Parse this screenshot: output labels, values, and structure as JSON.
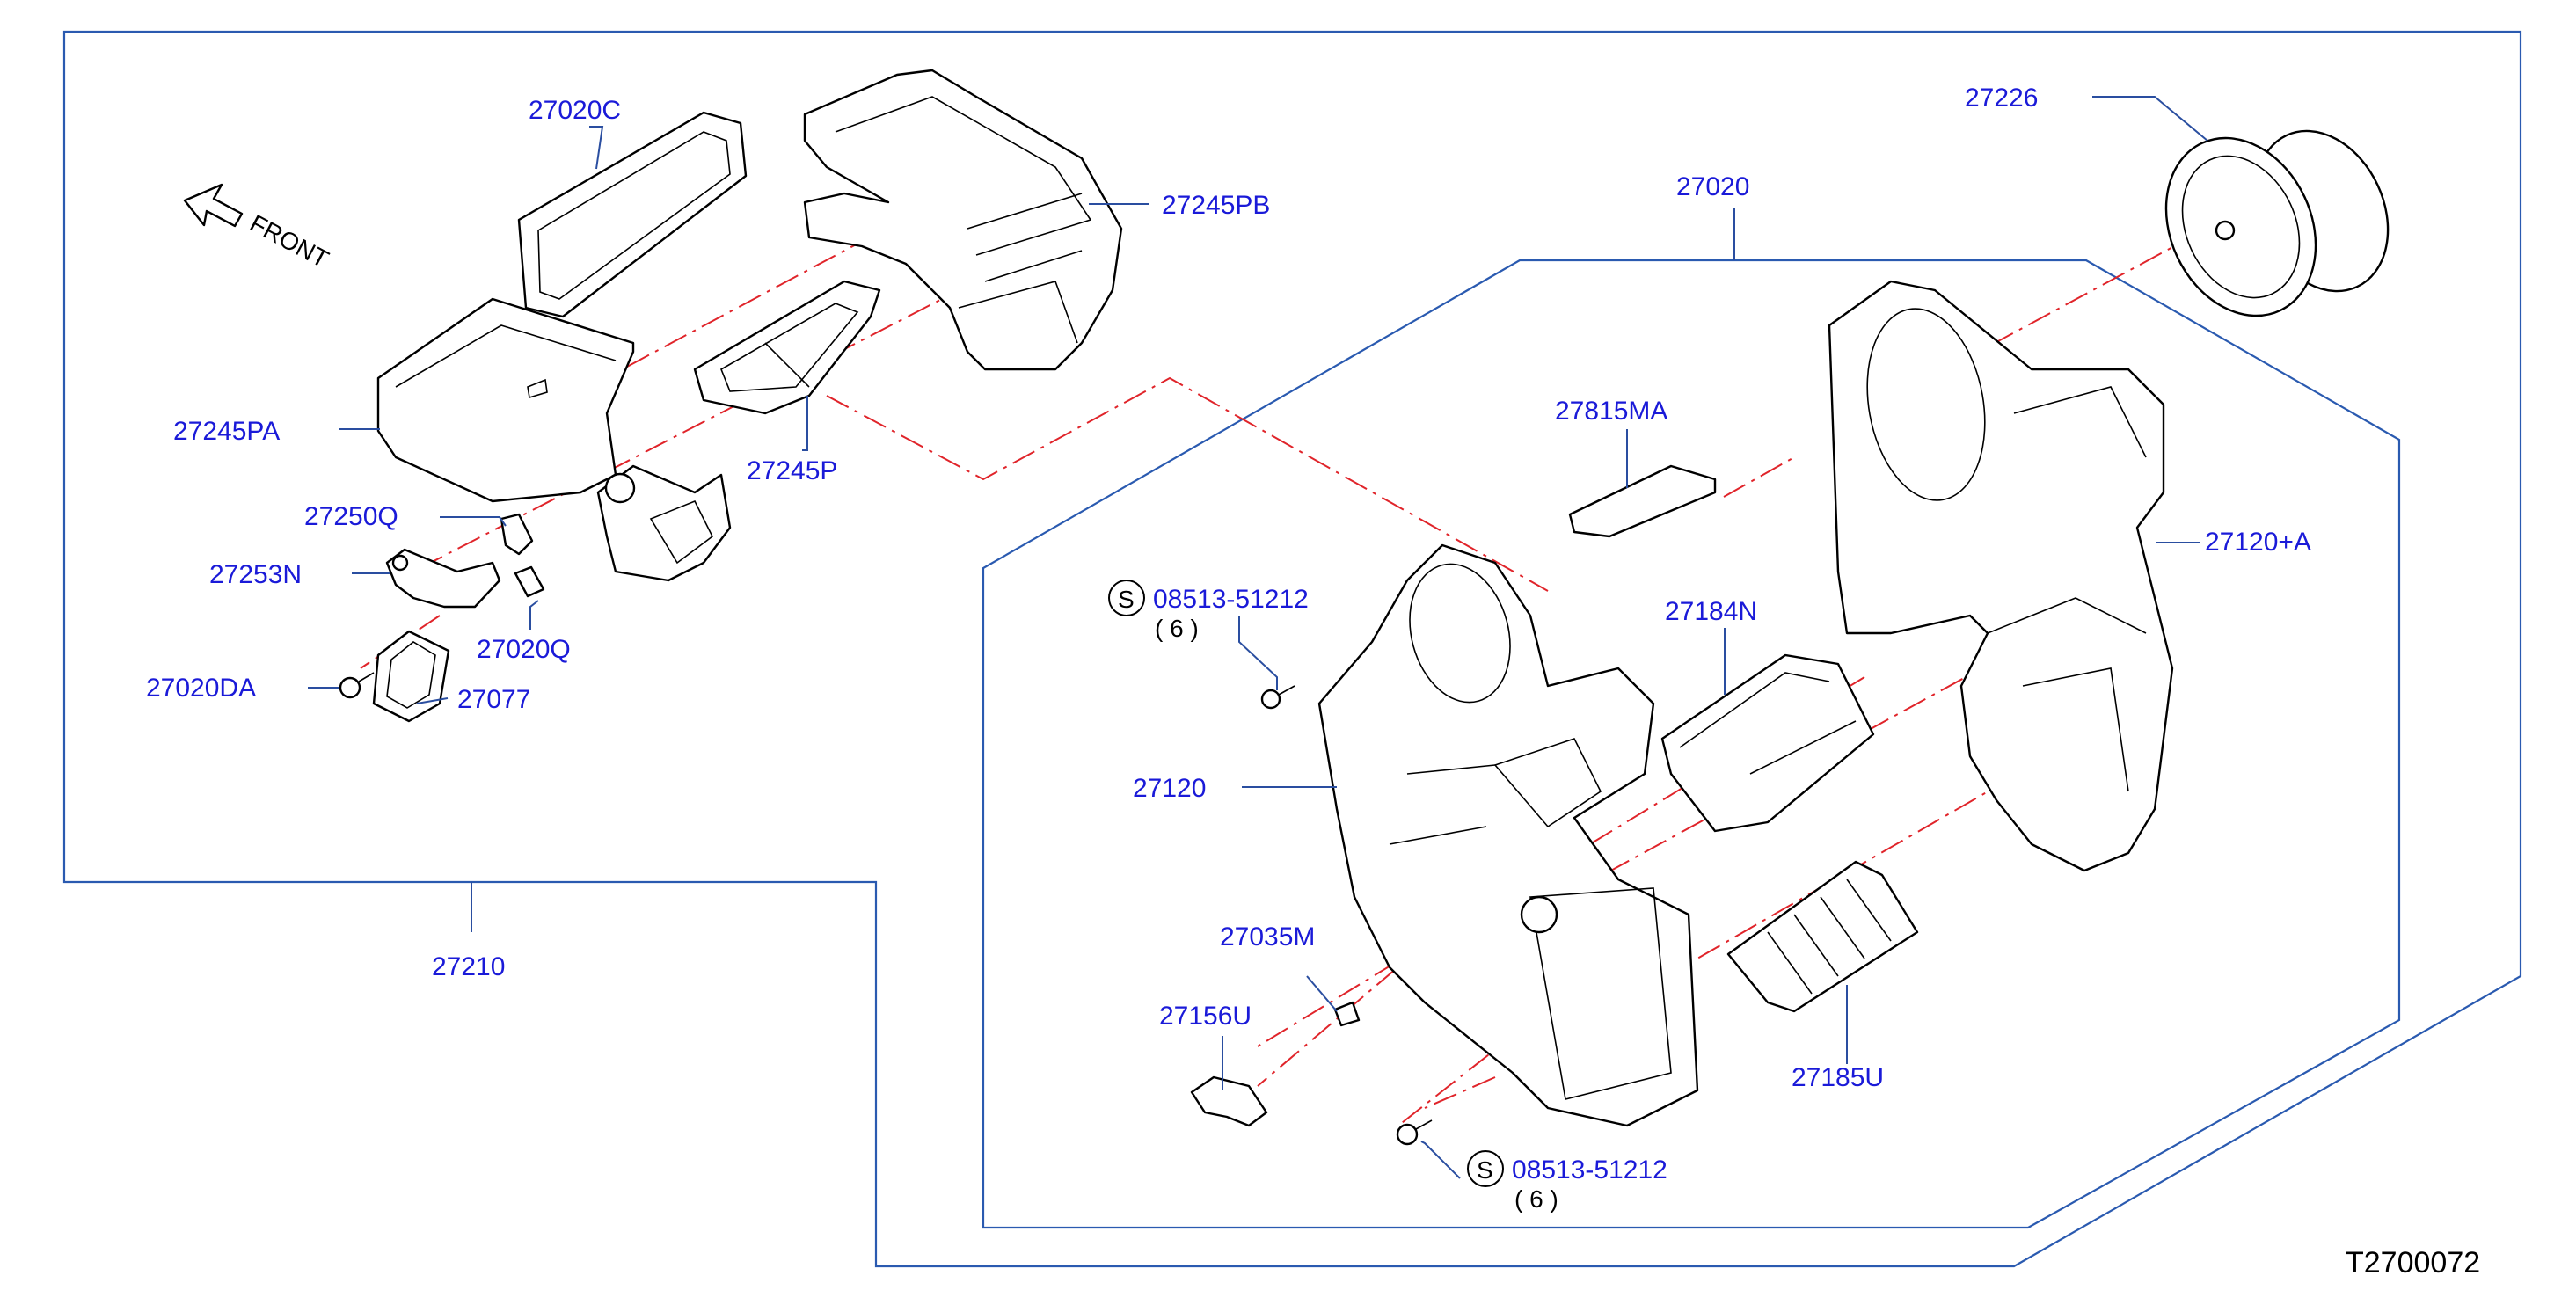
{
  "diagram_id": "T2700072",
  "orientation_label": "FRONT",
  "colors": {
    "label": "#1a1ad8",
    "leader": "#2a4ea0",
    "chain_line": "#e0242a",
    "outline": "#000000"
  },
  "labels": {
    "p27020C": "27020C",
    "p27245PB": "27245PB",
    "p27245PA": "27245PA",
    "p27245P": "27245P",
    "p27250Q": "27250Q",
    "p27253N": "27253N",
    "p27020Q": "27020Q",
    "p27020DA": "27020DA",
    "p27077": "27077",
    "p27210": "27210",
    "p27226": "27226",
    "p27020": "27020",
    "p27815MA": "27815MA",
    "p27120A": "27120+A",
    "p27184N": "27184N",
    "p27120": "27120",
    "p27035M": "27035M",
    "p27156U": "27156U",
    "p27185U": "27185U",
    "screw_top": "08513-51212",
    "screw_top_qty": "( 6 )",
    "screw_bottom": "08513-51212",
    "screw_bottom_qty": "( 6 )",
    "screw_symbol": "S"
  }
}
